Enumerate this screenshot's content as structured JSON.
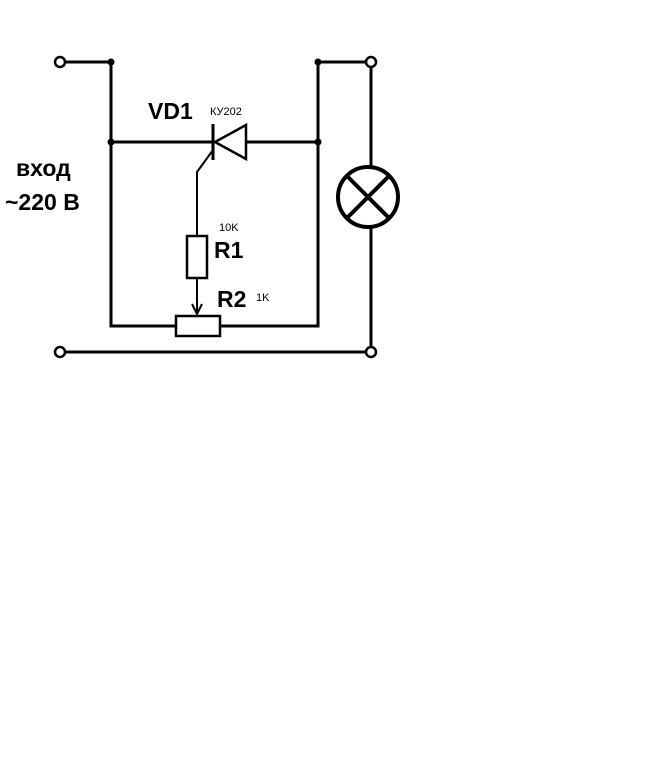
{
  "input": {
    "line1": "вход",
    "line2": "~220 В"
  },
  "thyristor": {
    "ref": "VD1",
    "part": "КУ202"
  },
  "resistor1": {
    "ref": "R1",
    "value": "10K"
  },
  "resistor2": {
    "ref": "R2",
    "value": "1K"
  },
  "colors": {
    "ink": "#000000",
    "background": "#ffffff"
  }
}
